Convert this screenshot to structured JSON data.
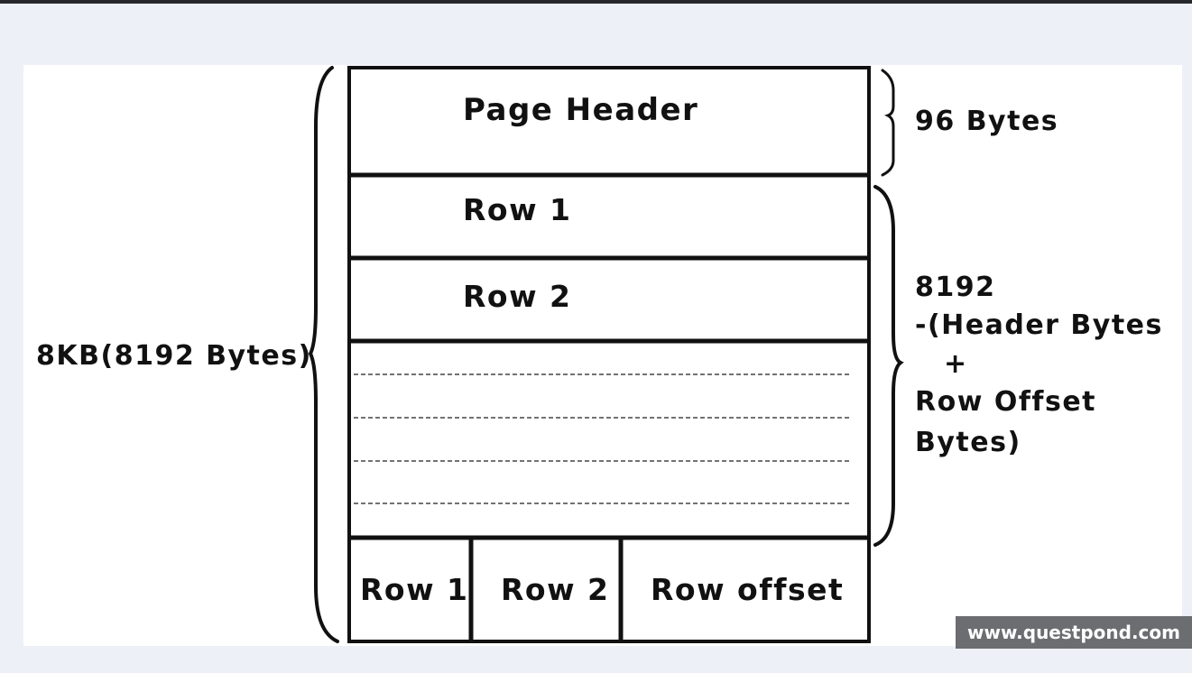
{
  "diagram": {
    "page_header": "Page Header",
    "row1": "Row 1",
    "row2": "Row 2",
    "offset_row1": "Row 1",
    "offset_row2": "Row 2",
    "offset_label": "Row offset",
    "total_size": "8KB(8192 Bytes)",
    "header_size": "96 Bytes",
    "free_space": {
      "line1": "8192",
      "line2": "-(Header Bytes",
      "line3": "+",
      "line4": "Row Offset",
      "line5": "Bytes)"
    }
  },
  "watermark": "www.questpond.com",
  "colors": {
    "background": "#eef0f8",
    "canvas": "#ffffff",
    "stroke": "#111111",
    "watermark_bg": "#6b6d70"
  }
}
